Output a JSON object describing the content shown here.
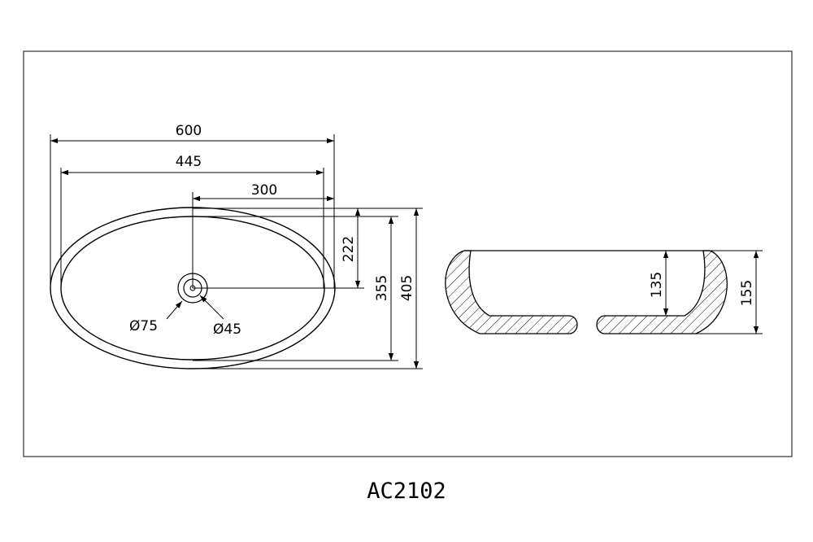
{
  "drawing": {
    "model": "AC2102",
    "top_view": {
      "overall_length": "600",
      "inner_length": "445",
      "half_length": "300",
      "center_depth": "222",
      "inner_width": "355",
      "overall_width": "405",
      "outer_ring_diameter": "Ø75",
      "drain_diameter": "Ø45"
    },
    "side_view": {
      "inner_height": "135",
      "overall_height": "155"
    },
    "colors": {
      "line": "#000000",
      "background": "#ffffff"
    }
  }
}
